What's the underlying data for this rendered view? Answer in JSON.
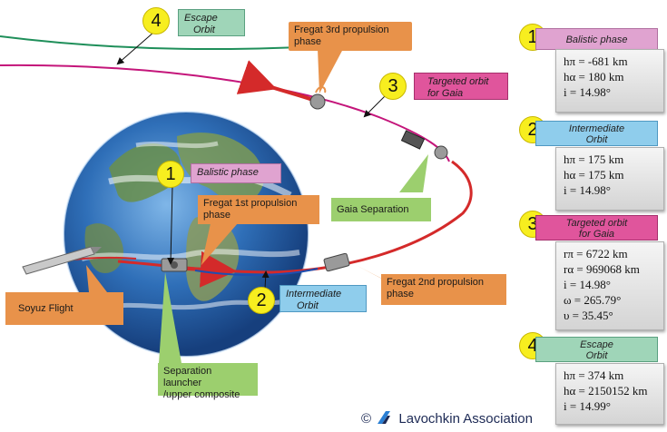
{
  "scene": {
    "callouts": {
      "escape_orbit": {
        "number": "4",
        "line1": "Escape",
        "line2": "Orbit"
      },
      "fregat_3rd": {
        "line1": "Fregat 3rd propulsion",
        "line2": "phase"
      },
      "targeted_orbit": {
        "number": "3",
        "line1": "Targeted orbit",
        "line2": "for Gaia"
      },
      "balistic": {
        "number": "1",
        "text": "Balistic phase"
      },
      "fregat_1st": {
        "line1": "Fregat 1st propulsion",
        "line2": "phase"
      },
      "gaia_separation": {
        "text": "Gaia Separation"
      },
      "intermediate": {
        "number": "2",
        "line1": "Intermediate",
        "line2": "Orbit"
      },
      "fregat_2nd": {
        "line1": "Fregat 2nd propulsion",
        "line2": "phase"
      },
      "soyuz": {
        "text": "Soyuz Flight"
      },
      "separation_launcher": {
        "line1": "Separation launcher",
        "line2": "/upper composite"
      }
    }
  },
  "panels": [
    {
      "number": "1",
      "title_lines": [
        "Balistic phase"
      ],
      "title_color": "#e0a3d0",
      "rows": [
        "hπ = -681 km",
        "hα = 180 km",
        "i = 14.98°"
      ]
    },
    {
      "number": "2",
      "title_lines": [
        "Intermediate",
        "Orbit"
      ],
      "title_color": "#8fcdec",
      "rows": [
        "hπ = 175 km",
        "hα = 175 km",
        "i = 14.98°"
      ]
    },
    {
      "number": "3",
      "title_lines": [
        "Targeted orbit",
        "for Gaia"
      ],
      "title_color": "#e0559c",
      "rows": [
        "rπ = 6722 km",
        "rα = 969068 km",
        "i = 14.98°",
        "ω = 265.79°",
        "υ = 35.45°"
      ]
    },
    {
      "number": "4",
      "title_lines": [
        "Escape",
        "Orbit"
      ],
      "title_color": "#9fd5b8",
      "rows": [
        "hπ = 374 km",
        "hα = 2150152 km",
        "i = 14.99°"
      ]
    }
  ],
  "footer": {
    "copyright": "©",
    "organization": "Lavochkin Association"
  },
  "colors": {
    "orange": "#e8924a",
    "green": "#9ccf6e",
    "yellow": "#f7ee1f",
    "trajectory_red": "#d42a2a",
    "escape_green": "#1f8f5a",
    "targeted_magenta": "#c4157a",
    "intermediate_blue": "#1e4fb0"
  }
}
